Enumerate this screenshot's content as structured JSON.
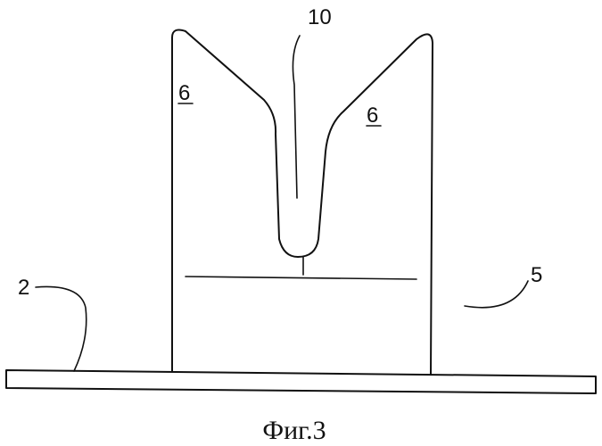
{
  "figure": {
    "caption": "Фиг.3",
    "labels": {
      "part_2": "2",
      "part_5": "5",
      "part_6_left": "6",
      "part_6_right": "6",
      "part_10": "10"
    }
  }
}
